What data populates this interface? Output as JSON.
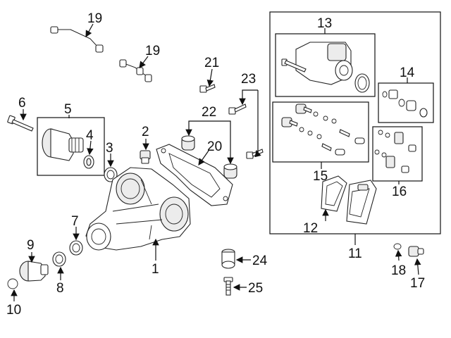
{
  "callouts": {
    "c1": "1",
    "c2": "2",
    "c3": "3",
    "c4": "4",
    "c5": "5",
    "c6": "6",
    "c7": "7",
    "c8": "8",
    "c9": "9",
    "c10": "10",
    "c11": "11",
    "c12": "12",
    "c13": "13",
    "c14": "14",
    "c15": "15",
    "c16": "16",
    "c17": "17",
    "c18": "18",
    "c19a": "19",
    "c19b": "19",
    "c20": "20",
    "c21": "21",
    "c22": "22",
    "c23": "23",
    "c24": "24",
    "c25": "25"
  }
}
